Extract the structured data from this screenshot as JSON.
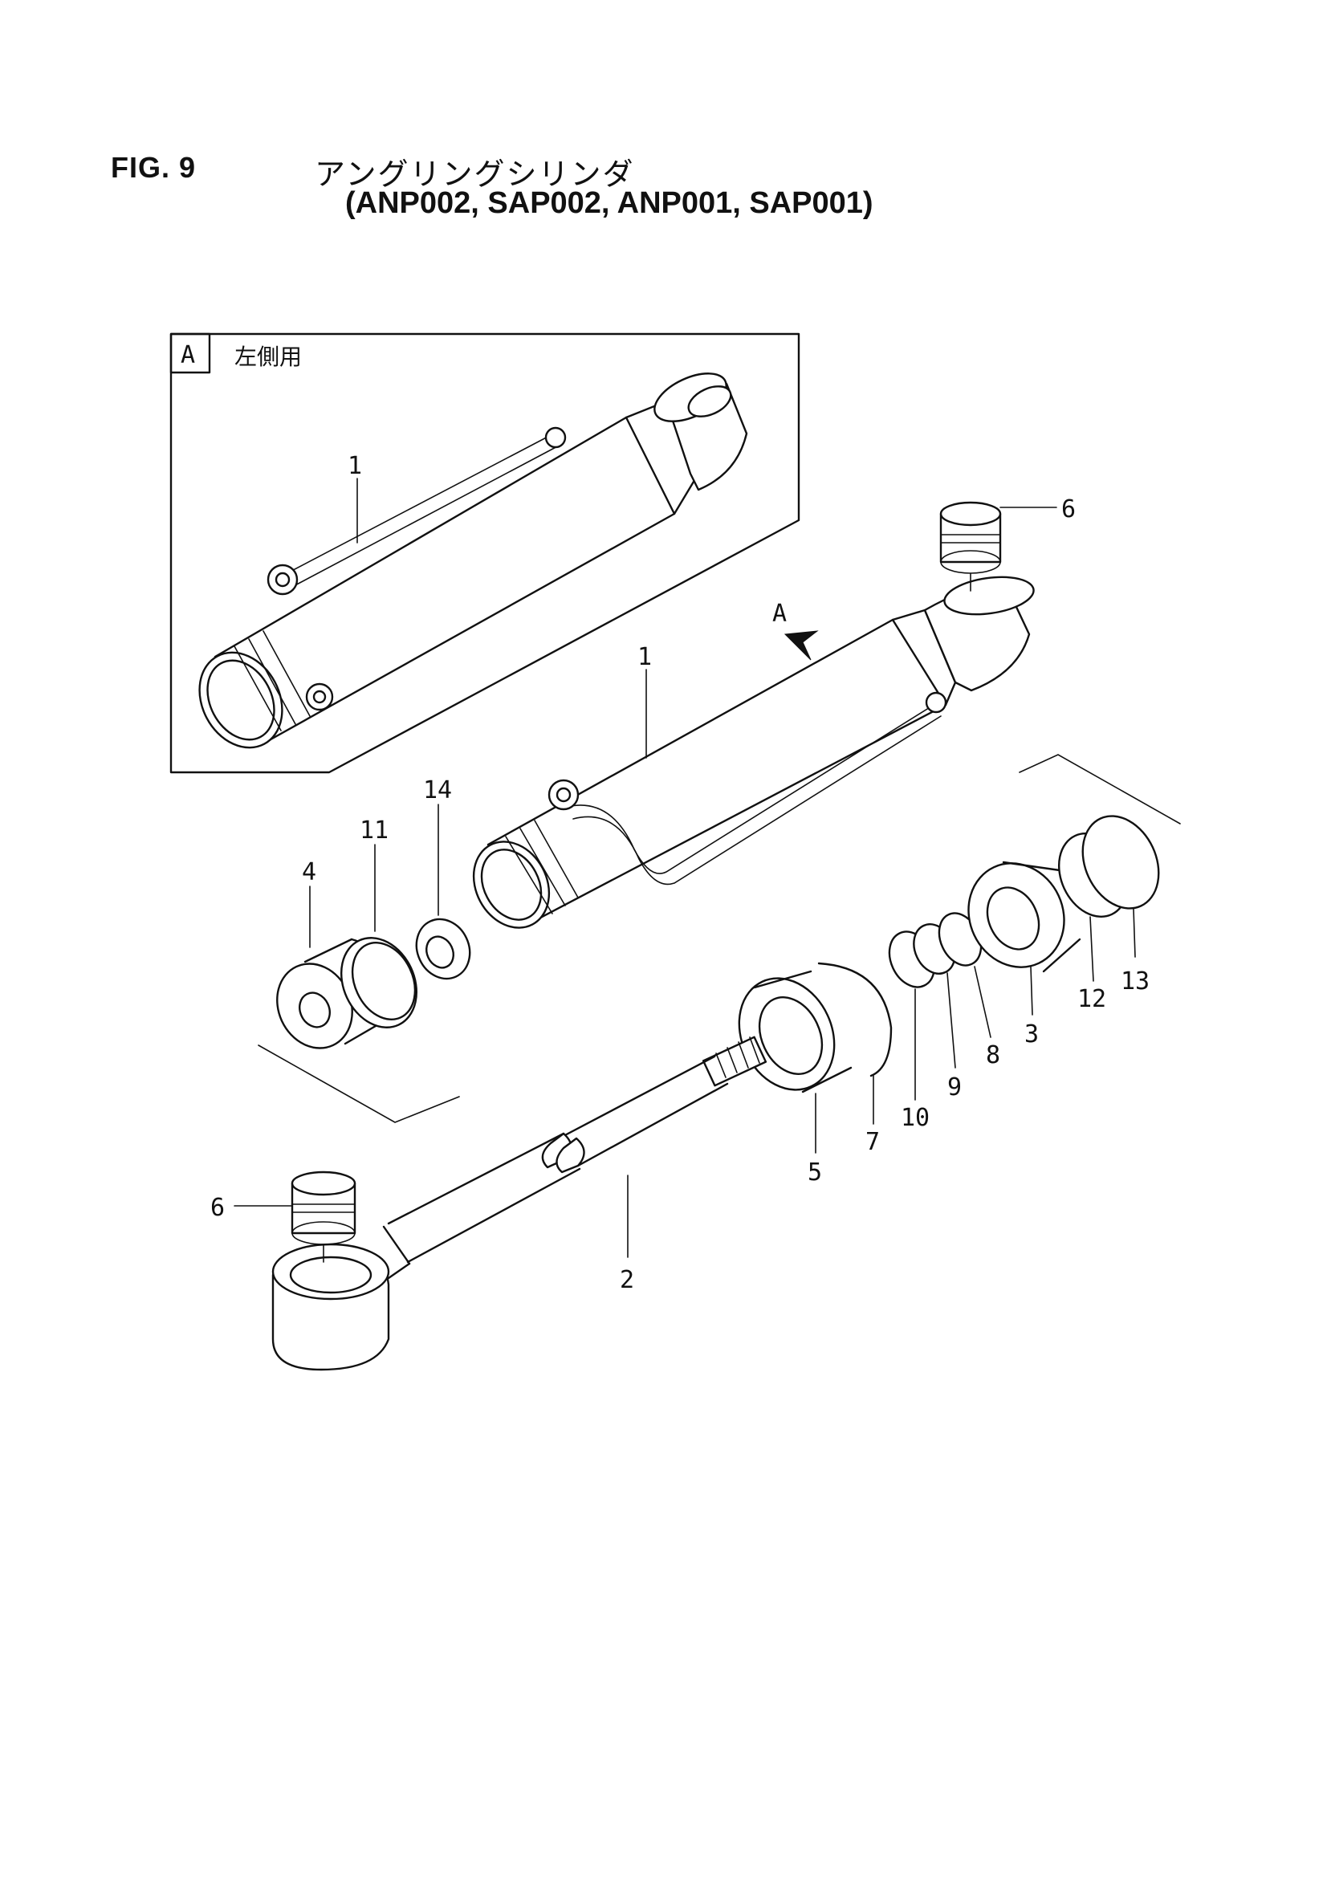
{
  "header": {
    "figure": "FIG. 9",
    "title_jp": "アングリングシリンダ",
    "models": "(ANP002, SAP002, ANP001, SAP001)"
  },
  "inset": {
    "tag": "A",
    "caption": "左側用",
    "part_label": "1"
  },
  "view_arrow": "A",
  "parts": {
    "p1": "1",
    "p2": "2",
    "p3": "3",
    "p4": "4",
    "p5": "5",
    "p6_top": "6",
    "p6_left": "6",
    "p7": "7",
    "p8": "8",
    "p9": "9",
    "p10": "10",
    "p11": "11",
    "p12": "12",
    "p13": "13",
    "p14": "14"
  }
}
